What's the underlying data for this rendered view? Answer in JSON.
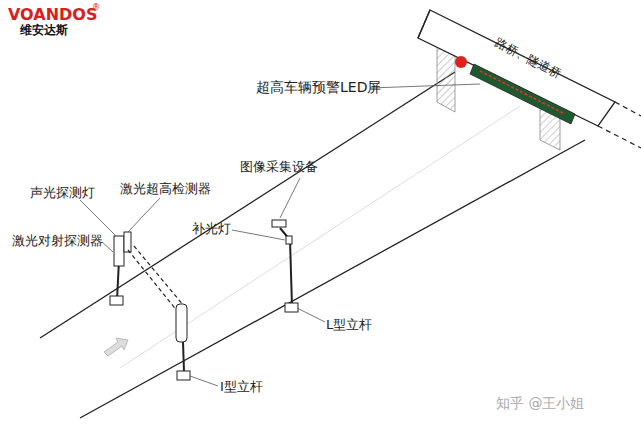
{
  "diagram": {
    "nodes": [
      {
        "text": [
          "路桥、隧道桥"
        ]
      }
    ],
    "labels": [
      "VOANDOS",
      "®",
      "维安达斯",
      "超高车辆预警LED屏",
      "图像采集设备",
      "补光灯",
      "声光探测灯",
      "激光超高检测器",
      "激光对射探测器",
      "L型立杆",
      "I型立杆",
      "知乎 @王小姐"
    ]
  }
}
